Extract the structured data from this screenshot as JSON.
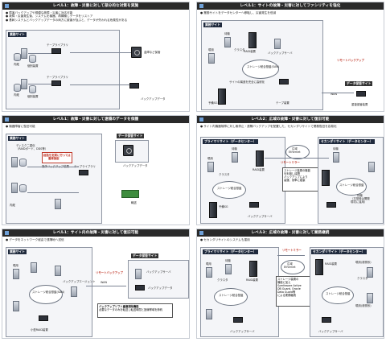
{
  "panels": {
    "p1": {
      "header": "レベル1：故障・災害に対して部分的な対策を実施",
      "bullets": [
        "● 障害バックアップや規模な故障・災害に対応可能",
        "● 故障・災害発生後、システムを機器、再構築しデータを<br>リストア（再購入が必要な場合もある）▶ 復旧には時間がかかる",
        "● 基幹システムとバックアップデータの両方に被害が及ぶと、データが失われる危険性がある"
      ],
      "site_tag": "業務サイト",
      "labels": {
        "tape1": "テープライブラリ",
        "tape2": "テープライブラリ",
        "inner1": "内蔵",
        "inner2": "内蔵",
        "disk1": "個別装置",
        "disk2": "個別装置",
        "safe": "金庫など保管",
        "backup": "バックアップデータ"
      }
    },
    "p2": {
      "header": "レベル1：サイトの故障・災害に対してファシリティを強化",
      "bullets": [
        "● 業務サイトをデータセンターへ移転し、災害発生を低減"
      ],
      "site_tag": "業務サイト",
      "labels": {
        "cluster": "クラスタ",
        "raid": "RAID装置",
        "backup_server": "バックアップサーバ",
        "storage": "ストレージ統合基盤(SAN)",
        "standby": "待機",
        "current": "現用",
        "facility": "サイトの構造を完全に高耐化",
        "ups": "予備SG",
        "tape": "テープ装置",
        "remote": "リモートバックアップ",
        "wan": "WAN",
        "storage_site": "データ保管サイト",
        "tape2": "重複保管装置"
      }
    },
    "p3": {
      "header": "レベル1：故障・災害に対して遠隔のデータを保護",
      "bullets": [
        "● 機器障害に復旧可能"
      ],
      "site_tag": "業務サイト",
      "storage_tag": "データ保管サイト",
      "labels": {
        "disk_dup": "ディスク二重化（RAIDボード、DDS等）",
        "red_note": "経路を定期に行っては書庫施錠",
        "backup_media": "媒体バックアップ装置",
        "tape": "テープライブラリ",
        "inner": "内蔵",
        "delivery": "輸送",
        "backup_data": "バックアップデータ"
      }
    },
    "p4": {
      "header": "レベル2：広域の故障・災害に対して復旧可能",
      "bullets": [
        "● サイト内機器故障に対し無停止・遠隔バックアップを配置した、セカンダリサイトで業務復旧を容易化"
      ],
      "primary_tag": "プライマリサイト（データセンター）",
      "secondary_tag": "セカンダリサイト（データセンター）",
      "labels": {
        "standby": "待機",
        "current": "現用",
        "cluster": "クラスタ",
        "storage": "ストレージ統合基盤",
        "raid": "RAID装置",
        "wan": "広域Ethernet",
        "mirror": "リモートミラー",
        "copy_note": "ストレージ装置の機能を利用し遠隔バックアップにより高速、効率に複製",
        "standby2": "待機（平常時は開発環境に運用）",
        "backup_server": "バックアップサーバ",
        "ups": "予備SG"
      }
    },
    "p5": {
      "header": "レベル1：サイト内の故障・災害に対して復旧可能",
      "bullets": [
        "● データをネットワーク経由で遠隔地へ送信"
      ],
      "site_tag": "業務サイト",
      "storage_tag": "データ保管サイト",
      "labels": {
        "current": "現用",
        "storage": "ストレージ統合基盤(SAN)",
        "raid": "小型RAID装置",
        "backup_agent": "バックアップエージェント",
        "remote": "リモートバックアップ",
        "wan": "WAN",
        "backup_server": "バックアップサーバ",
        "backup_data": "バックアップデータ",
        "note_title": "バックアップソフト重複排除機能",
        "note_body": "必要なデータのみを転送し転送時間と回線帯域を節約"
      }
    },
    "p6": {
      "header": "レベル3：広域の故障・災害に対して業務継続",
      "bullets": [
        "● セカンダリサイトのシステムも運用"
      ],
      "primary_tag": "プライマリサイト（データセンター）",
      "secondary_tag": "セカンダリサイト（データセンター）",
      "labels": {
        "current": "現用",
        "standby": "待機",
        "cluster": "クラスタ",
        "storage": "ストレージ統合基盤",
        "raid": "RAID装置",
        "mirror": "リモートミラー",
        "wan": "広域Ethernet",
        "sync_note": "ストレージ装置の機能に加えSymfoware Active DB Guard, Oracle Data Guard等による業務を継続",
        "backup_server": "バックアップサーバ",
        "current_sec": "現用(参照系)"
      }
    }
  }
}
